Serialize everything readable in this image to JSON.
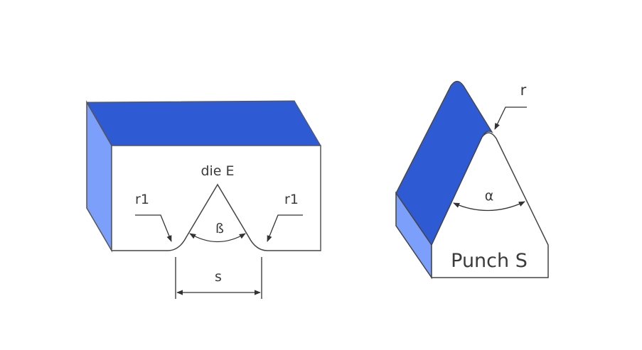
{
  "colors": {
    "top_face": "#2e5ad4",
    "side_face": "#7c9ffb",
    "front_face": "#ffffff",
    "outline": "#444444",
    "text": "#3b3b3b"
  },
  "die": {
    "label": "die E",
    "radius_label_left": "r1",
    "radius_label_right": "r1",
    "angle_label": "ß",
    "width_label": "s"
  },
  "punch": {
    "label": "Punch S",
    "radius_label": "r",
    "angle_label": "α"
  }
}
